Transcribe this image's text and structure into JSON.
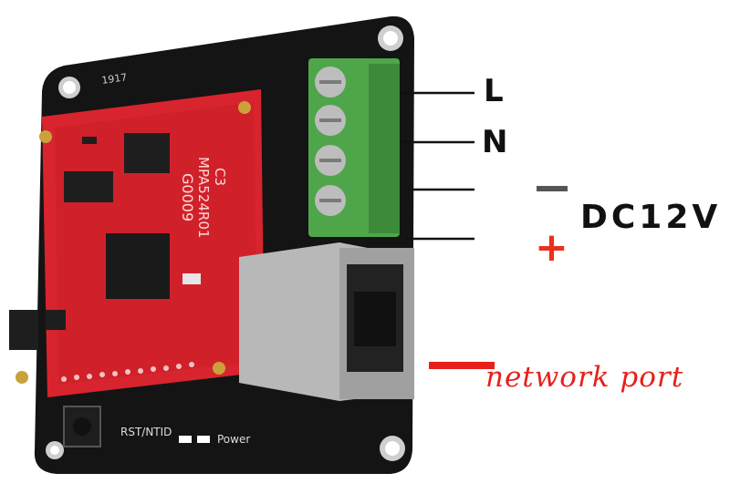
{
  "labels": {
    "l": "L",
    "n": "N",
    "minus": "—",
    "plus": "+",
    "dc": "DC12V",
    "network": "network port"
  },
  "board": {
    "year_mark": "1917",
    "module_id": "G0009",
    "module_code": "MPA524R01",
    "module_rev": "C3",
    "rst_label": "RST/NTID",
    "power_label": "Power"
  },
  "colors": {
    "pcb": "#141414",
    "module": "#d8242e",
    "terminal": "#4fa54a",
    "accent_red": "#e8201a",
    "rj45": "#b8b8b8"
  }
}
